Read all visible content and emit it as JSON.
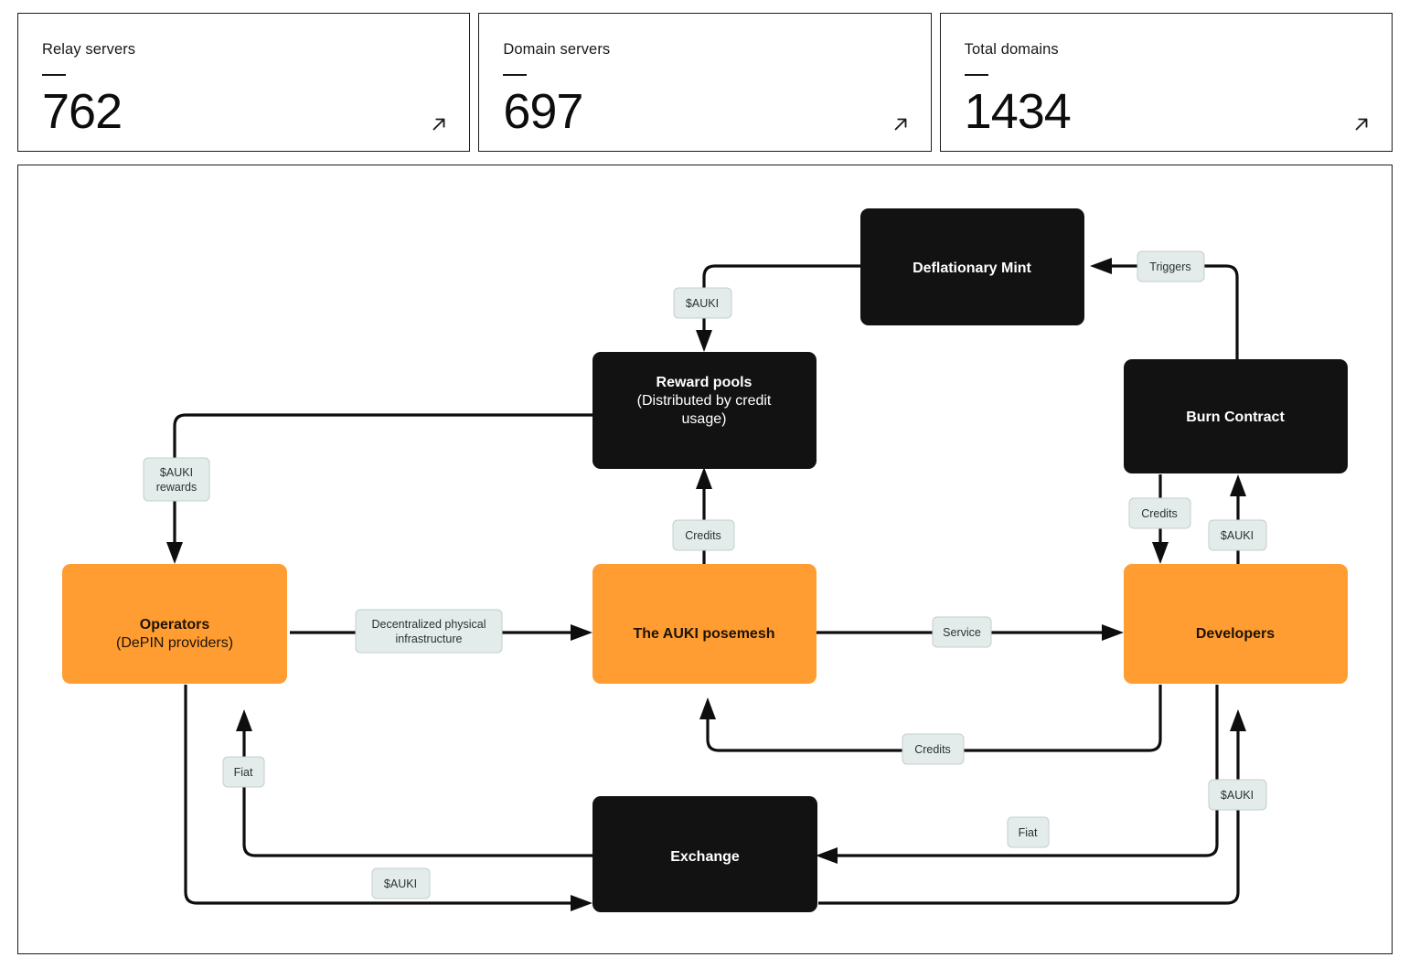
{
  "stats": {
    "cards": [
      {
        "label": "Relay servers",
        "value": "762",
        "icon": "arrow-up-right-icon"
      },
      {
        "label": "Domain servers",
        "value": "697",
        "icon": "arrow-up-right-icon"
      },
      {
        "label": "Total domains",
        "value": "1434",
        "icon": "arrow-up-right-icon"
      }
    ]
  },
  "diagram": {
    "type": "flowchart",
    "colors": {
      "dark_node": "#121212",
      "orange_node": "#ff9d33",
      "edge_label_fill": "#e3ecea",
      "edge_stroke": "#0e0e0e",
      "card_border": "#1c1c1c"
    },
    "nodes": [
      {
        "id": "deflationary_mint",
        "label": "Deflationary Mint",
        "sublabel": "",
        "style": "dark"
      },
      {
        "id": "reward_pools",
        "label": "Reward pools",
        "sublabel": "(Distributed by credit usage)",
        "style": "dark"
      },
      {
        "id": "burn_contract",
        "label": "Burn Contract",
        "sublabel": "",
        "style": "dark"
      },
      {
        "id": "operators",
        "label": "Operators",
        "sublabel": "(DePIN providers)",
        "style": "orange"
      },
      {
        "id": "posemesh",
        "label": "The AUKI posemesh",
        "sublabel": "",
        "style": "orange"
      },
      {
        "id": "developers",
        "label": "Developers",
        "sublabel": "",
        "style": "orange"
      },
      {
        "id": "exchange",
        "label": "Exchange",
        "sublabel": "",
        "style": "dark"
      }
    ],
    "edges": [
      {
        "from": "deflationary_mint",
        "to": "reward_pools",
        "label": "$AUKI"
      },
      {
        "from": "burn_contract",
        "to": "deflationary_mint",
        "label": "Triggers"
      },
      {
        "from": "reward_pools",
        "to": "operators",
        "label": "$AUKI rewards"
      },
      {
        "from": "posemesh",
        "to": "reward_pools",
        "label": "Credits"
      },
      {
        "from": "operators",
        "to": "posemesh",
        "label": "Decentralized physical infrastructure"
      },
      {
        "from": "posemesh",
        "to": "developers",
        "label": "Service"
      },
      {
        "from": "burn_contract",
        "to": "developers",
        "label": "Credits"
      },
      {
        "from": "developers",
        "to": "burn_contract",
        "label": "$AUKI"
      },
      {
        "from": "developers",
        "to": "posemesh",
        "label": "Credits"
      },
      {
        "from": "exchange",
        "to": "operators",
        "label": "Fiat"
      },
      {
        "from": "operators",
        "to": "exchange",
        "label": "$AUKI"
      },
      {
        "from": "developers",
        "to": "exchange",
        "label": "Fiat"
      },
      {
        "from": "exchange",
        "to": "developers",
        "label": "$AUKI"
      }
    ],
    "edge_labels": {
      "mint_to_pools": "$AUKI",
      "burn_to_mint": "Triggers",
      "pools_to_operators_l1": "$AUKI",
      "pools_to_operators_l2": "rewards",
      "posemesh_to_pools": "Credits",
      "operators_to_posemesh_l1": "Decentralized physical",
      "operators_to_posemesh_l2": "infrastructure",
      "posemesh_to_developers": "Service",
      "burn_to_developers": "Credits",
      "developers_to_burn": "$AUKI",
      "developers_to_posemesh": "Credits",
      "exchange_to_operators": "Fiat",
      "operators_to_exchange": "$AUKI",
      "developers_to_exchange": "Fiat",
      "exchange_to_developers": "$AUKI"
    },
    "node_text": {
      "deflationary_mint": "Deflationary Mint",
      "reward_pools_l1": "Reward pools",
      "reward_pools_l2": "(Distributed by credit",
      "reward_pools_l3": "usage)",
      "burn_contract": "Burn Contract",
      "operators_l1": "Operators",
      "operators_l2": "(DePIN providers)",
      "posemesh": "The AUKI posemesh",
      "developers": "Developers",
      "exchange": "Exchange"
    }
  }
}
